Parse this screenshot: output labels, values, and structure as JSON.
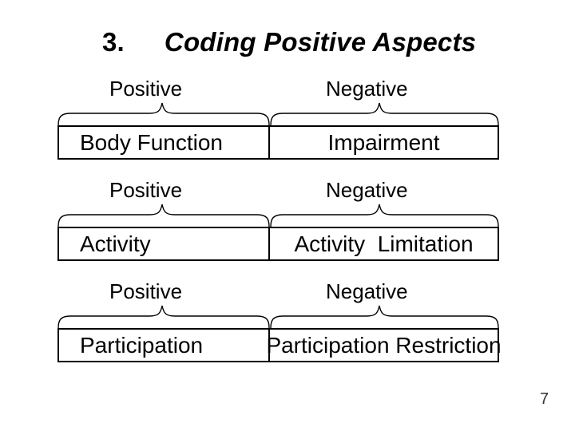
{
  "slide": {
    "title_number": "3.",
    "title_text": "Coding Positive Aspects",
    "page_number": "7",
    "colors": {
      "background": "#ffffff",
      "text": "#000000",
      "box_border": "#000000",
      "page_number": "#333333"
    },
    "rows": [
      {
        "positive_label": "Positive",
        "negative_label": "Negative",
        "left_box": "Body Function",
        "right_box": "Impairment"
      },
      {
        "positive_label": "Positive",
        "negative_label": "Negative",
        "left_box": "Activity",
        "right_box": "Activity  Limitation"
      },
      {
        "positive_label": "Positive",
        "negative_label": "Negative",
        "left_box": "Participation",
        "right_box": "Participation Restriction"
      }
    ]
  }
}
